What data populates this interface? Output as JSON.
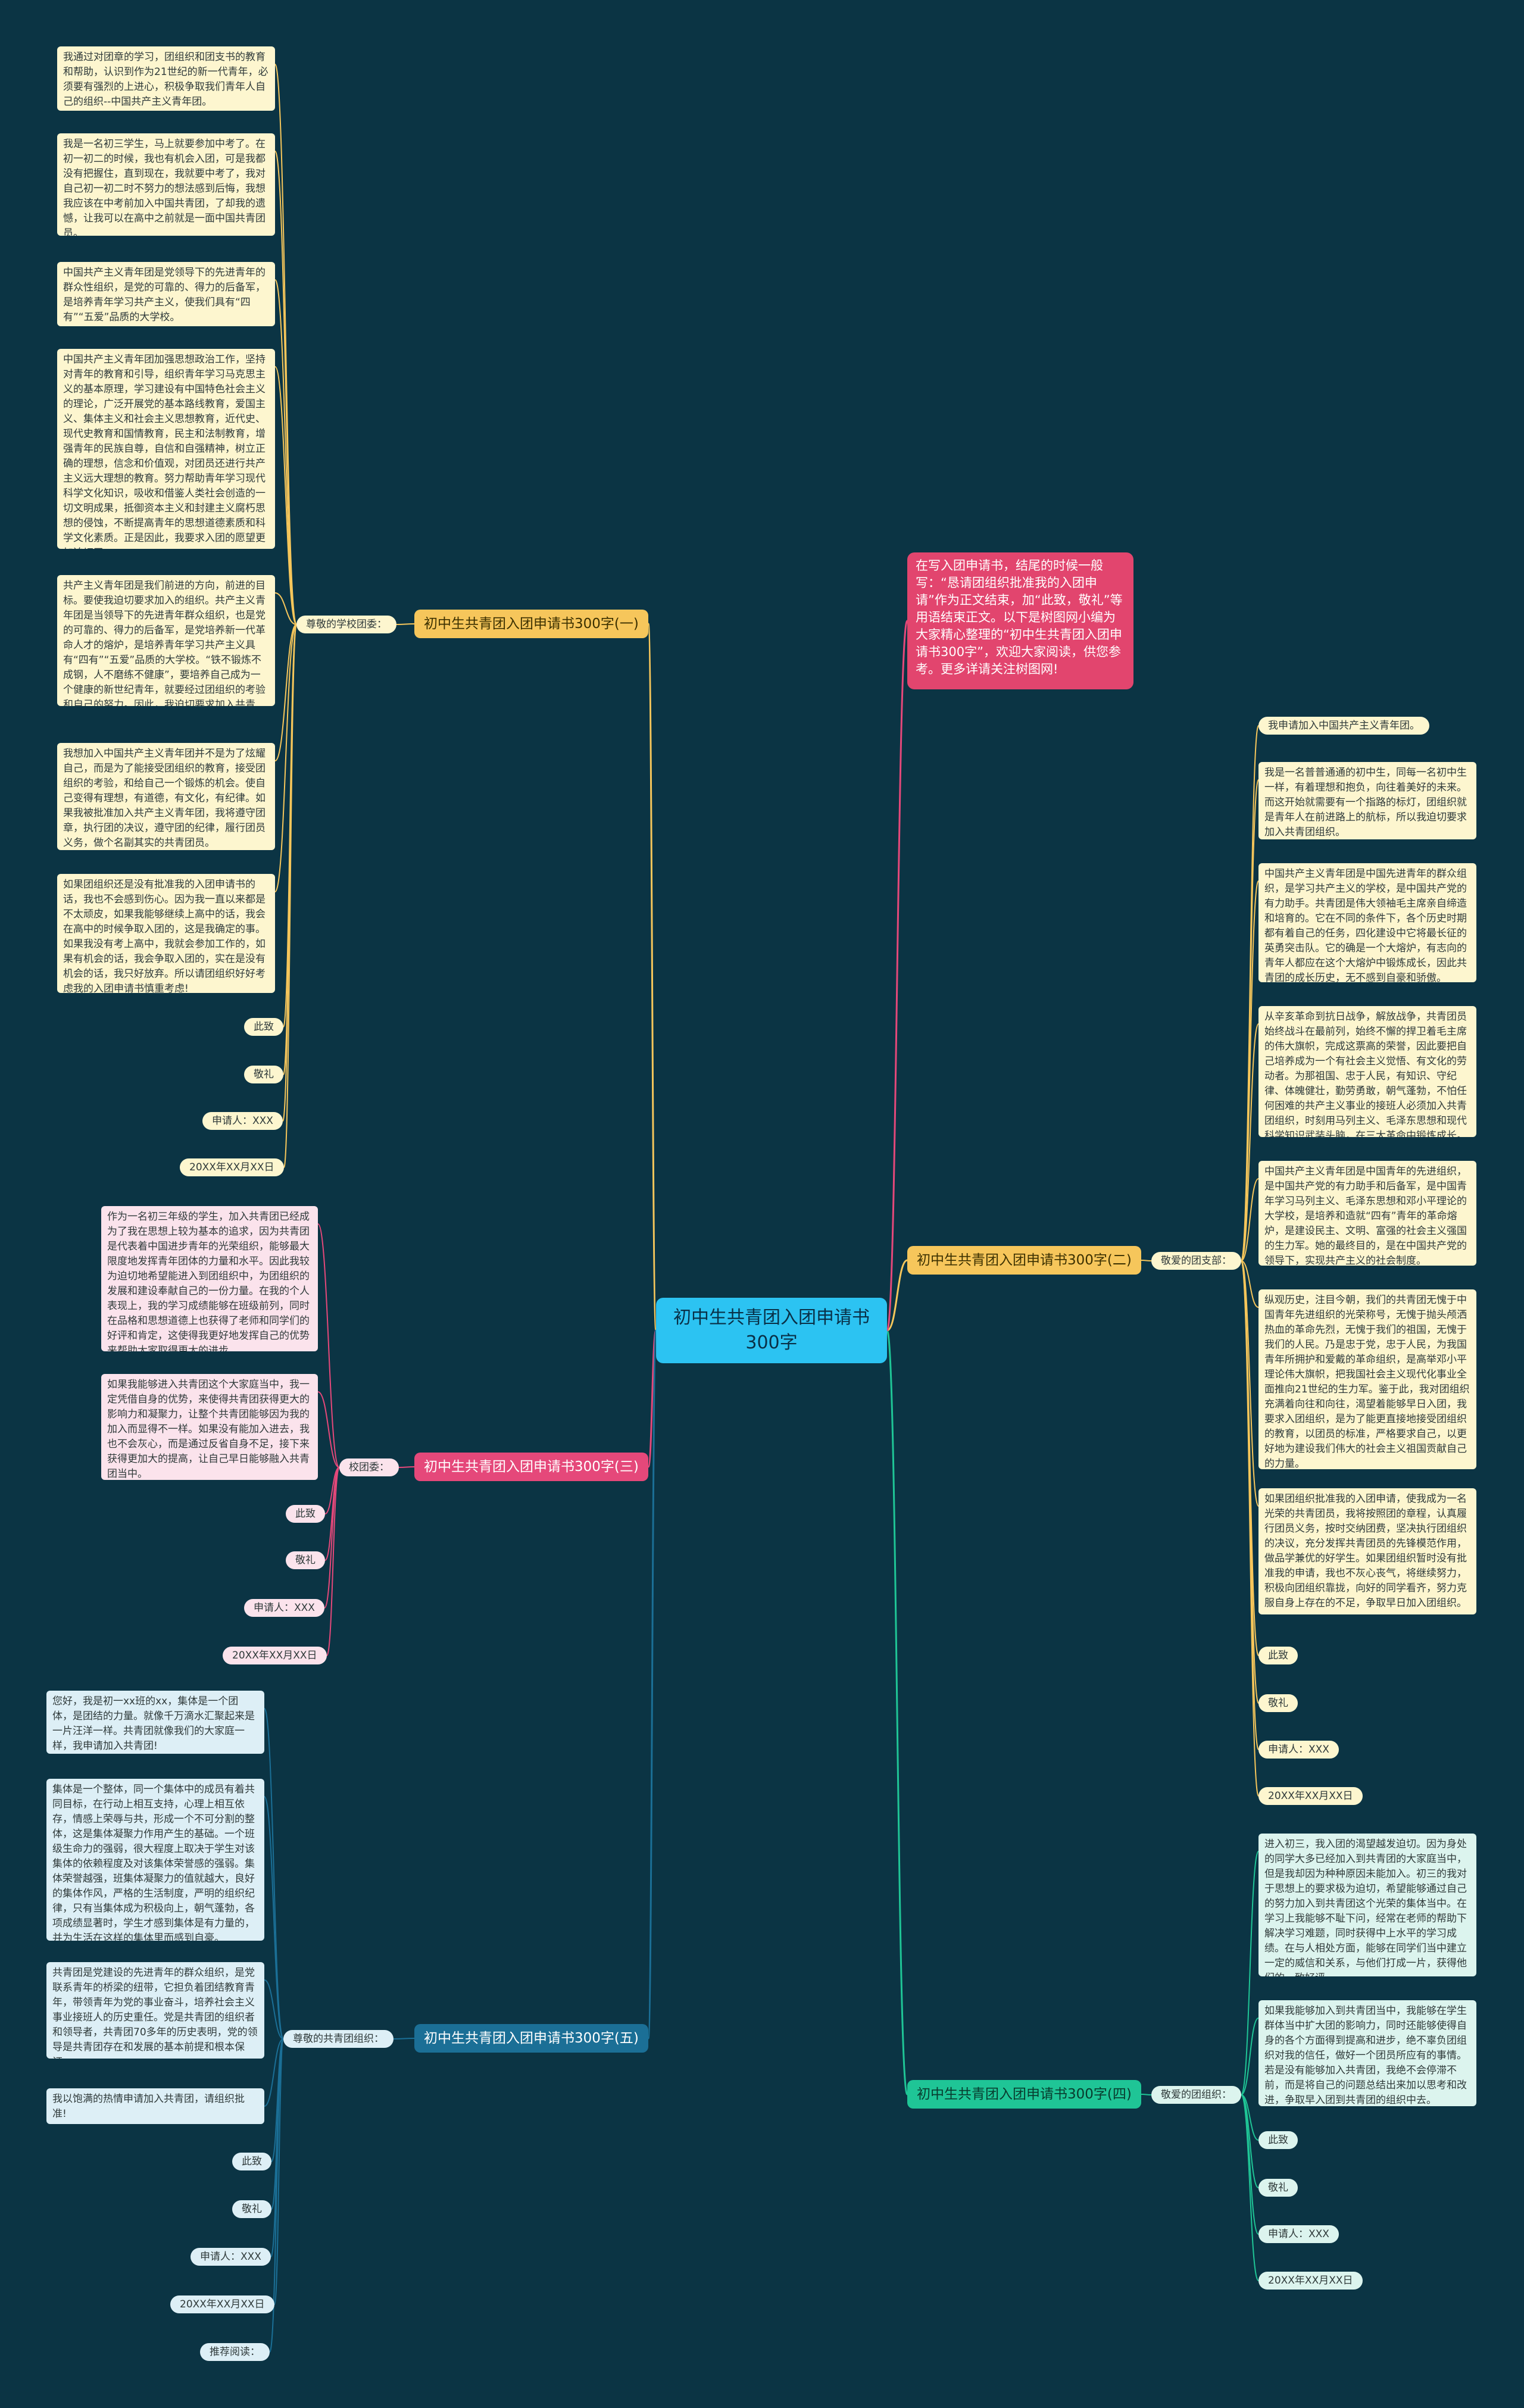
{
  "root": "初中生共青团入团申请书300字",
  "summary": "在写入团申请书，结尾的时候一般写：“恳请团组织批准我的入团申请”作为正文结束，加“此致，敬礼”等用语结束正文。以下是树图网小编为大家精心整理的“初中生共青团入团申请书300字”，欢迎大家阅读，供您参考。更多详请关注树图网!",
  "b1": {
    "title": "初中生共青团入团申请书300字(一)",
    "label": "尊敬的学校团委：",
    "texts": [
      "我通过对团章的学习，团组织和团支书的教育和帮助，认识到作为21世纪的新一代青年，必须要有强烈的上进心，积极争取我们青年人自己的组织--中国共产主义青年团。",
      "我是一名初三学生，马上就要参加中考了。在初一初二的时候，我也有机会入团，可是我都没有把握住，直到现在，我就要中考了，我对自己初一初二时不努力的想法感到后悔，我想我应该在中考前加入中国共青团，了却我的遗憾，让我可以在高中之前就是一面中国共青团员。",
      "中国共产主义青年团是党领导下的先进青年的群众性组织，是党的可靠的、得力的后备军，是培养青年学习共产主义，使我们具有“四有”“五爱”品质的大学校。",
      "中国共产主义青年团加强思想政治工作，坚持对青年的教育和引导，组织青年学习马克思主义的基本原理，学习建设有中国特色社会主义的理论，广泛开展党的基本路线教育，爱国主义、集体主义和社会主义思想教育，近代史、现代史教育和国情教育，民主和法制教育，增强青年的民族自尊，自信和自强精神，树立正确的理想，信念和价值观，对团员还进行共产主义远大理想的教育。努力帮助青年学习现代科学文化知识，吸收和借鉴人类社会创造的一切文明成果，抵御资本主义和封建主义腐朽思想的侵蚀，不断提高青年的思想道德素质和科学文化素质。正是因此，我要求入团的愿望更加迫切了。",
      "共产主义青年团是我们前进的方向，前进的目标。要使我迫切要求加入的组织。共产主义青年团是当领导下的先进青年群众组织，也是党的可靠的、得力的后备军，是党培养新一代革命人才的熔炉，是培养青年学习共产主义具有“四有”“五爱”品质的大学校。“铁不锻炼不成钢，人不磨练不健康”，要培养自己成为一个健康的新世纪青年，就要经过团组织的考验和自己的努力。因此，我迫切要求加入共青团。",
      "我想加入中国共产主义青年团并不是为了炫耀自己，而是为了能接受团组织的教育，接受团组织的考验，和给自己一个锻炼的机会。使自己变得有理想，有道德，有文化，有纪律。如果我被批准加入共产主义青年团，我将遵守团章，执行团的决议，遵守团的纪律，履行团员义务，做个名副其实的共青团员。",
      "如果团组织还是没有批准我的入团申请书的话，我也不会感到伤心。因为我一直以来都是不太顽皮，如果我能够继续上高中的话，我会在高中的时候争取入团的，这是我确定的事。如果我没有考上高中，我就会参加工作的，如果有机会的话，我会争取入团的，实在是没有机会的话，我只好放弃。所以请团组织好好考虑我的入团申请书慎重考虑!"
    ],
    "leaves": [
      "此致",
      "敬礼",
      "申请人：XXX",
      "20XX年XX月XX日"
    ]
  },
  "b3": {
    "title": "初中生共青团入团申请书300字(三)",
    "label": "校团委：",
    "texts": [
      "作为一名初三年级的学生，加入共青团已经成为了我在思想上较为基本的追求，因为共青团是代表着中国进步青年的光荣组织，能够最大限度地发挥青年团体的力量和水平。因此我较为迫切地希望能进入到团组织中，为团组织的发展和建设奉献自己的一份力量。在我的个人表现上，我的学习成绩能够在班级前列，同时在品格和思想道德上也获得了老师和同学们的好评和肯定，这使得我更好地发挥自己的优势来帮助大家取得更大的进步。",
      "如果我能够进入共青团这个大家庭当中，我一定凭借自身的优势，来使得共青团获得更大的影响力和凝聚力，让整个共青团能够因为我的加入而显得不一样。如果没有能加入进去，我也不会灰心，而是通过反省自身不足，接下来获得更加大的提高，让自己早日能够融入共青团当中。"
    ],
    "leaves": [
      "此致",
      "敬礼",
      "申请人：XXX",
      "20XX年XX月XX日"
    ]
  },
  "b5": {
    "title": "初中生共青团入团申请书300字(五)",
    "label": "尊敬的共青团组织：",
    "texts": [
      "您好，我是初一xx班的xx，集体是一个团体，是团结的力量。就像千万滴水汇聚起来是一片汪洋一样。共青团就像我们的大家庭一样，我申请加入共青团!",
      "集体是一个整体，同一个集体中的成员有着共同目标，在行动上相互支持，心理上相互依存，情感上荣辱与共，形成一个不可分割的整体，这是集体凝聚力作用产生的基础。一个班级生命力的强弱，很大程度上取决于学生对该集体的依赖程度及对该集体荣誉感的强弱。集体荣誉越强，班集体凝聚力的值就越大，良好的集体作风，严格的生活制度，严明的组织纪律，只有当集体成为积极向上，朝气蓬勃，各项成绩显著时，学生才感到集体是有力量的，并为生活在这样的集体里而感到自豪。",
      "共青团是党建设的先进青年的群众组织，是党联系青年的桥梁的纽带，它担负着团结教育青年，带领青年为党的事业奋斗，培养社会主义事业接班人的历史重任。党是共青团的组织者和领导者，共青团70多年的历史表明，党的领导是共青团存在和发展的基本前提和根本保证。",
      "我以饱满的热情申请加入共青团，请组织批准!"
    ],
    "leaves": [
      "此致",
      "敬礼",
      "申请人：XXX",
      "20XX年XX月XX日",
      "推荐阅读："
    ]
  },
  "b2": {
    "title": "初中生共青团入团申请书300字(二)",
    "label": "敬爱的团支部：",
    "intro": "我申请加入中国共产主义青年团。",
    "texts": [
      "我是一名普普通通的初中生，同每一名初中生一样，有着理想和抱负，向往着美好的未来。而这开始就需要有一个指路的标灯，团组织就是青年人在前进路上的航标，所以我迫切要求加入共青团组织。",
      "中国共产主义青年团是中国先进青年的群众组织，是学习共产主义的学校，是中国共产党的有力助手。共青团是伟大领袖毛主席亲自缔造和培育的。它在不同的条件下，各个历史时期都有着自己的任务，四化建设中它将最长征的英勇突击队。它的确是一个大熔炉，有志向的青年人都应在这个大熔炉中锻炼成长，因此共青团的成长历史，无不感到自豪和骄傲。",
      "从辛亥革命到抗日战争，解放战争，共青团员始终战斗在最前列，始终不懈的捍卫着毛主席的伟大旗帜，完成这票高的荣誉，因此要把自己培养成为一个有社会主义觉悟、有文化的劳动者。为那祖国、忠于人民，有知识、守纪律、体魄健壮，勤劳勇敢，朝气蓬勃，不怕任何困难的共产主义事业的接班人必须加入共青团组织，时刻用马列主义、毛泽东思想和现代科学知识武装头脑，在三大革命中锻炼成长。",
      "中国共产主义青年团是中国青年的先进组织，是中国共产党的有力助手和后备军，是中国青年学习马列主义、毛泽东思想和邓小平理论的大学校，是培养和造就“四有”青年的革命熔炉，是建设民主、文明、富强的社会主义强国的生力军。她的最终目的，是在中国共产党的领导下，实现共产主义的社会制度。",
      "纵观历史，注目今朝，我们的共青团无愧于中国青年先进组织的光荣称号，无愧于抛头颅洒热血的革命先烈，无愧于我们的祖国，无愧于我们的人民。乃是忠于党，忠于人民，为我国青年所拥护和爱戴的革命组织，是高举邓小平理论伟大旗帜，把我国社会主义现代化事业全面推向21世纪的生力军。鉴于此，我对团组织充满着向往和向往，渴望着能够早日入团，我要求入团组织，是为了能更直接地接受团组织的教育，以团员的标准，严格要求自己，以更好地为建设我们伟大的社会主义祖国贡献自己的力量。",
      "如果团组织批准我的入团申请，使我成为一名光荣的共青团员，我将按照团的章程，认真履行团员义务，按时交纳团费，坚决执行团组织的决议，充分发挥共青团员的先锋模范作用，做品学兼优的好学生。如果团组织暂时没有批准我的申请，我也不灰心丧气，将继续努力，积极向团组织靠拢，向好的同学看齐，努力克服自身上存在的不足，争取早日加入团组织。"
    ],
    "leaves": [
      "此致",
      "敬礼",
      "申请人：XXX",
      "20XX年XX月XX日"
    ]
  },
  "b4": {
    "title": "初中生共青团入团申请书300字(四)",
    "label": "敬爱的团组织：",
    "texts": [
      "进入初三，我入团的渴望越发迫切。因为身处的同学大多已经加入到共青团的大家庭当中，但是我却因为种种原因未能加入。初三的我对于思想上的要求极为迫切，希望能够通过自己的努力加入到共青团这个光荣的集体当中。在学习上我能够不耻下问，经常在老师的帮助下解决学习难题，同时获得中上水平的学习成绩。在与人相处方面，能够在同学们当中建立一定的威信和关系，与他们打成一片，获得他们的一致好评。",
      "如果我能够加入到共青团当中，我能够在学生群体当中扩大团的影响力，同时还能够使得自身的各个方面得到提高和进步，绝不辜负团组织对我的信任，做好一个团员所应有的事情。若是没有能够加入共青团，我绝不会停滞不前，而是将自己的问题总结出来加以思考和改进，争取早入团到共青团的组织中去。"
    ],
    "leaves": [
      "此致",
      "敬礼",
      "申请人：XXX",
      "20XX年XX月XX日"
    ]
  },
  "colors": {
    "background": "#0b3444",
    "root": "#2cc3f2",
    "yellow": "#f6c65b",
    "pink": "#e5487a",
    "blue": "#1b6f96",
    "teal": "#1fc596"
  }
}
